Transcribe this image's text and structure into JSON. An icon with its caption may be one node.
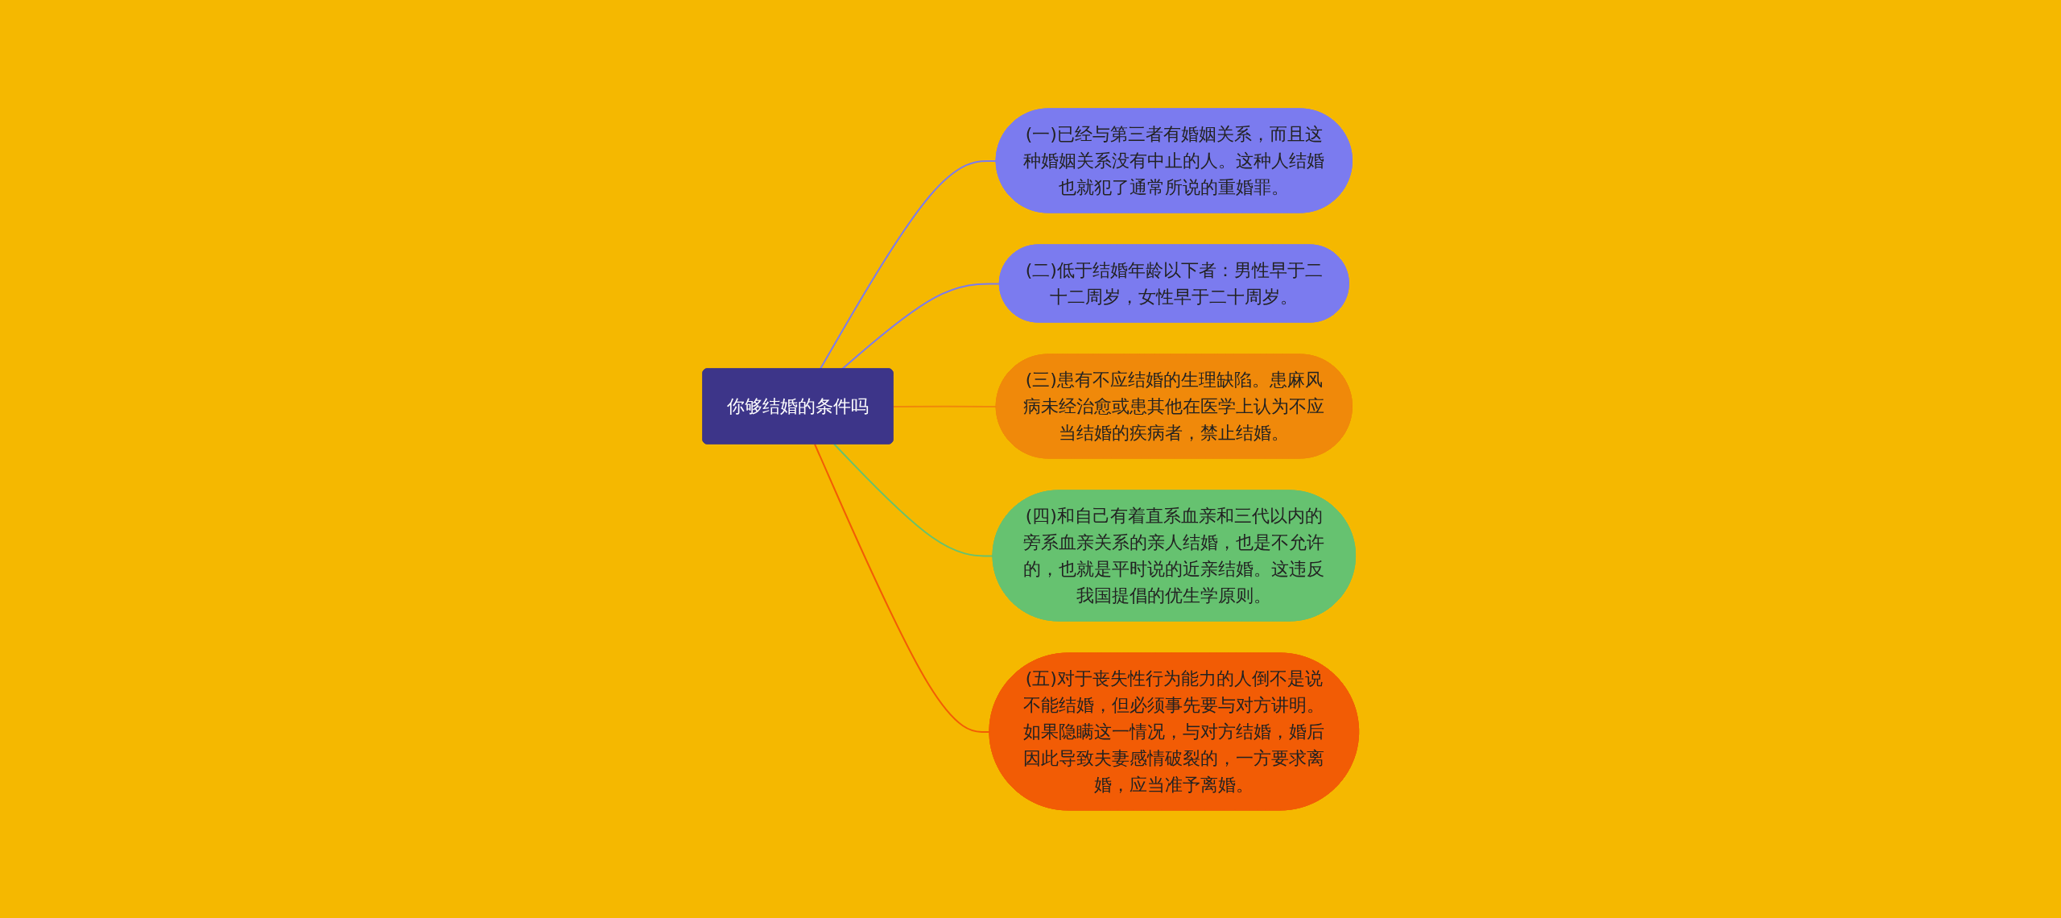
{
  "diagram": {
    "nodes": [
      {
        "text": [
          "你够结婚的条件吗"
        ]
      },
      {
        "text": [
          "(一)已经与第三者有婚姻关系，而且这种婚姻关系没有中止的人。这种人结婚也就犯了通常所说的重婚罪。"
        ]
      },
      {
        "text": [
          "(二)低于结婚年龄以下者：男性早于二十二周岁，女性早于二十周岁。"
        ]
      },
      {
        "text": [
          "(三)患有不应结婚的生理缺陷。患麻风病未经治愈或患其他在医学上认为不应当结婚的疾病者，禁止结婚。"
        ]
      },
      {
        "text": [
          "(四)和自己有着直系血亲和三代以内的旁系血亲关系的亲人结婚，也是不允许的，也就是平时说的近亲结婚。这违反我国提倡的优生学原则。"
        ]
      },
      {
        "text": [
          "(五)对于丧失性行为能力的人倒不是说不能结婚，但必须事先要与对方讲明。如果隐瞒这一情况，与对方结婚，婚后因此导致夫妻感情破裂的，一方要求离婚，应当准予离婚。"
        ]
      }
    ],
    "edges": [
      {
        "from": 0,
        "to": 1,
        "arrow": "none",
        "color": "#7b7bef"
      },
      {
        "from": 0,
        "to": 2,
        "arrow": "none",
        "color": "#7b7bef"
      },
      {
        "from": 0,
        "to": 3,
        "arrow": "none",
        "color": "#f0890a"
      },
      {
        "from": 0,
        "to": 4,
        "arrow": "none",
        "color": "#66c270"
      },
      {
        "from": 0,
        "to": 5,
        "arrow": "none",
        "color": "#f25c05"
      }
    ]
  }
}
